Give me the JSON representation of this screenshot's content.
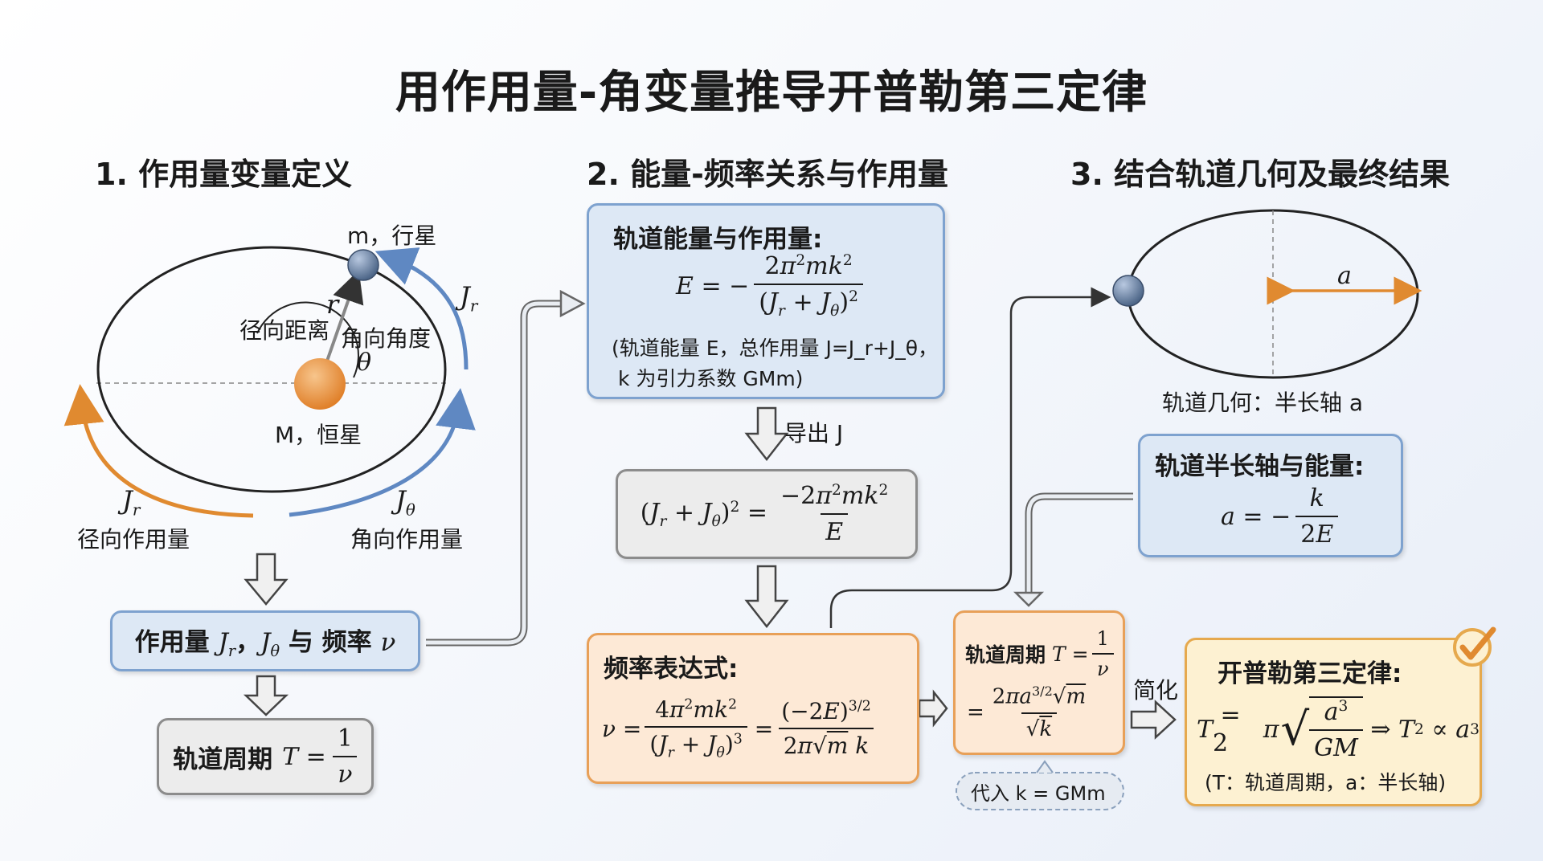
{
  "title": "用作用量-角变量推导开普勒第三定律",
  "sections": {
    "s1": "1. 作用量变量定义",
    "s2": "2. 能量-频率关系与作用量",
    "s3": "3. 结合轨道几何及最终结果"
  },
  "panel1": {
    "planet_label": "m，行星",
    "star_label": "M，恒星",
    "r_symbol": "r",
    "radial_distance": "径向距离",
    "angular_angle": "角向角度",
    "theta_symbol": "θ",
    "jr_symbol": "J",
    "jr_sub": "r",
    "jtheta_sub": "θ",
    "radial_action": "径向作用量",
    "angular_action": "角向作用量",
    "box_action_freq": "作用量 J_r，J_θ 与 频率 ν",
    "box_period_label": "轨道周期"
  },
  "panel2": {
    "energy_box_title": "轨道能量与作用量:",
    "energy_note_line1": "(轨道能量 E，总作用量 J=J_r+J_θ，",
    "energy_note_line2": "k 为引力系数 GMm)",
    "derive_J": "导出 J",
    "freq_box_title": "频率表达式:"
  },
  "panel3": {
    "semi_major_symbol": "a",
    "orbit_geometry": "轨道几何：半长轴 a",
    "semi_major_energy_title": "轨道半长轴与能量:",
    "period_box_title": "轨道周期",
    "substitute": "代入 k = GMm",
    "simplify": "简化",
    "kepler_title": "开普勒第三定律:",
    "kepler_note": "(T：轨道周期，a：半长轴)"
  },
  "colors": {
    "blue_box": "#dde8f5",
    "blue_border": "#7ea2cf",
    "gray_box": "#ececec",
    "orange_box": "#fde9d6",
    "orange_border": "#e8a058",
    "yellow_box": "#fdf1d2",
    "star": "#e8903a",
    "planet": "#6f86a8",
    "arrow_orange": "#e08a30",
    "arrow_blue": "#5f88c2"
  },
  "icons": [
    "checkmark-icon",
    "down-arrow-icon",
    "right-arrow-icon"
  ]
}
